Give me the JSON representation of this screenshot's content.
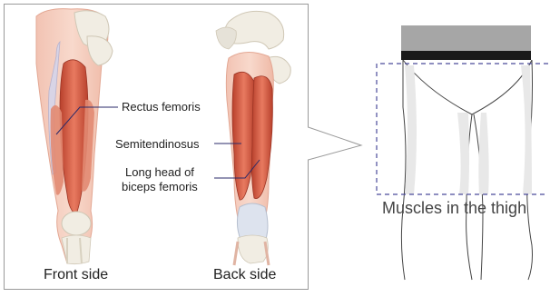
{
  "panels": {
    "front": {
      "caption": "Front side"
    },
    "back": {
      "caption": "Back side"
    }
  },
  "labels": {
    "rectus_femoris": "Rectus femoris",
    "semitendinosus": "Semitendinosus",
    "biceps_line1": "Long head of",
    "biceps_line2": "biceps femoris"
  },
  "figure_title": "Muscles in the thigh",
  "colors": {
    "muscle": "#d9634a",
    "muscle_light": "#ee9a84",
    "bone": "#f1ede3",
    "leader_line": "#2a2a6a",
    "highlight_box": "#4a4a9a",
    "waistband": "#a6a6a6",
    "belt": "#1a1a1a"
  }
}
